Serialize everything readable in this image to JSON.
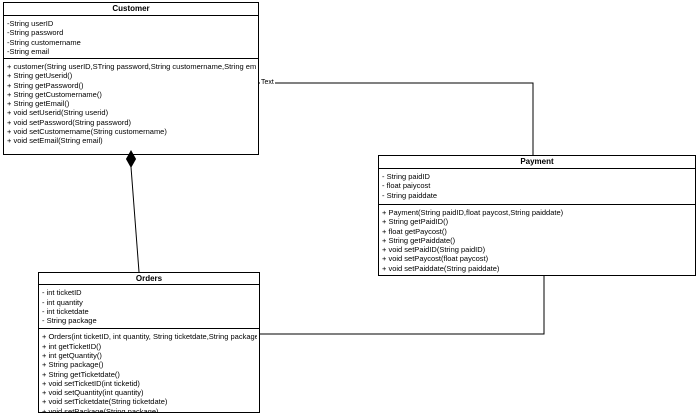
{
  "diagram": {
    "kind": "uml-class-diagram",
    "colors": {
      "background": "#ffffff",
      "box_fill": "#ffffff",
      "border": "#000000",
      "text": "#000000"
    },
    "classes": {
      "customer": {
        "title": "Customer",
        "attributes": [
          "-String userID",
          "-String password",
          "-String customername",
          "-String email"
        ],
        "methods": [
          "+ customer(String userID,STring password,String customername,String email)",
          "+ String getUserid()",
          "+ String getPassword()",
          "+ String getCustomername()",
          "+ String getEmail()",
          "+ void setUserid(String userid)",
          "+ void setPassword(String password)",
          "+ void setCustomername(String customername)",
          "+ void setEmail(String email)"
        ]
      },
      "payment": {
        "title": "Payment",
        "attributes": [
          "- String paidID",
          "- float paiycost",
          "- String paiddate"
        ],
        "methods": [
          "+ Payment(String paidID,float paycost,String paiddate)",
          "+ String getPaidID()",
          "+ float getPaycost()",
          "+ String getPaiddate()",
          "+ void setPaidID(String paidID)",
          "+ void setPaycost(float paycost)",
          "+ void setPaiddate(String paiddate)"
        ]
      },
      "orders": {
        "title": "Orders",
        "attributes": [
          "- int ticketID",
          "- int quantity",
          "- int ticketdate",
          "- String package"
        ],
        "methods": [
          "+ Orders(int ticketID, int quantity, String ticketdate,String package)",
          "+ int getTicketID()",
          "+ int getQuantity()",
          "+ String package()",
          "+ String getTicketdate()",
          "+ void setTicketID(int ticketid)",
          "+ void setQuantity(int quantity)",
          "+ void setTicketdate(String ticketdate)",
          "+ void setPackage(String package)"
        ]
      }
    },
    "edges": {
      "customer_payment": {
        "label": "Text",
        "type": "orthogonal"
      },
      "customer_orders": {
        "label": "",
        "type": "composition-diamond"
      },
      "payment_orders": {
        "label": "",
        "type": "orthogonal"
      }
    }
  }
}
